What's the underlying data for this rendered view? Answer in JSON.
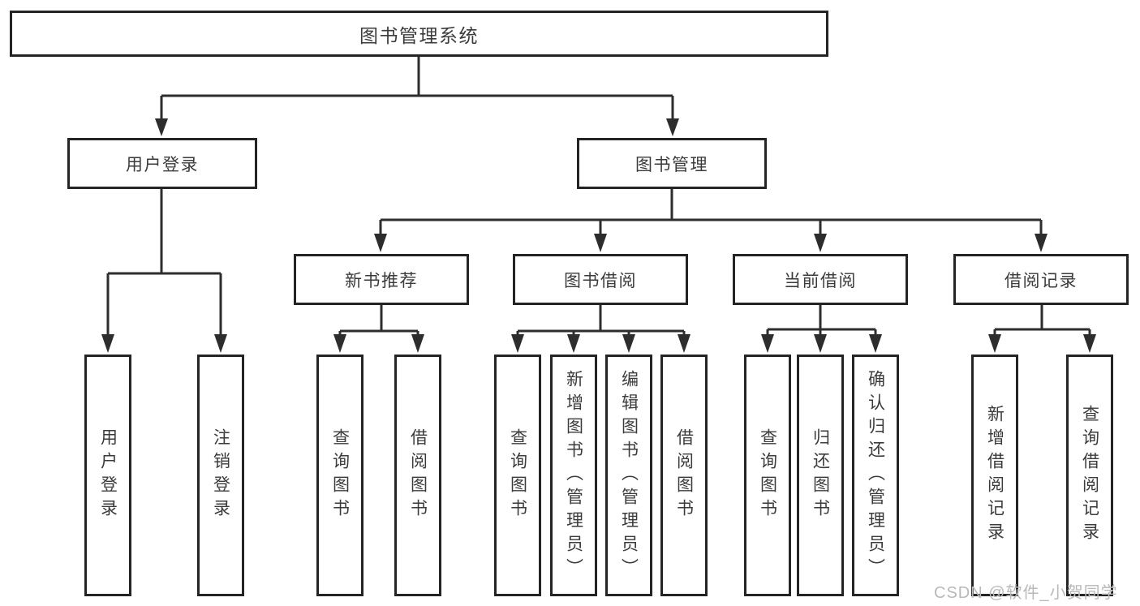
{
  "diagram": {
    "root": {
      "label": "图书管理系统"
    },
    "level2": [
      {
        "label": "用户登录"
      },
      {
        "label": "图书管理"
      }
    ],
    "level3": [
      {
        "label": "新书推荐"
      },
      {
        "label": "图书借阅"
      },
      {
        "label": "当前借阅"
      },
      {
        "label": "借阅记录"
      }
    ],
    "leaves": {
      "user_login": [
        "用户登录",
        "注销登录"
      ],
      "new_books": [
        "查询图书",
        "借阅图书"
      ],
      "book_borrow": [
        "查询图书",
        "新增图书（管理员）",
        "编辑图书（管理员）",
        "借阅图书"
      ],
      "current_borrow": [
        "查询图书",
        "归还图书",
        "确认归还（管理员）"
      ],
      "borrow_records": [
        "新增借阅记录",
        "查询借阅记录"
      ]
    },
    "watermark": "CSDN @软件_小贺同学",
    "colors": {
      "line": "#2d2d2d",
      "border": "#242424",
      "text": "#3b3b3b",
      "watermark_text": "#b9b9b9",
      "background": "#ffffff"
    }
  }
}
